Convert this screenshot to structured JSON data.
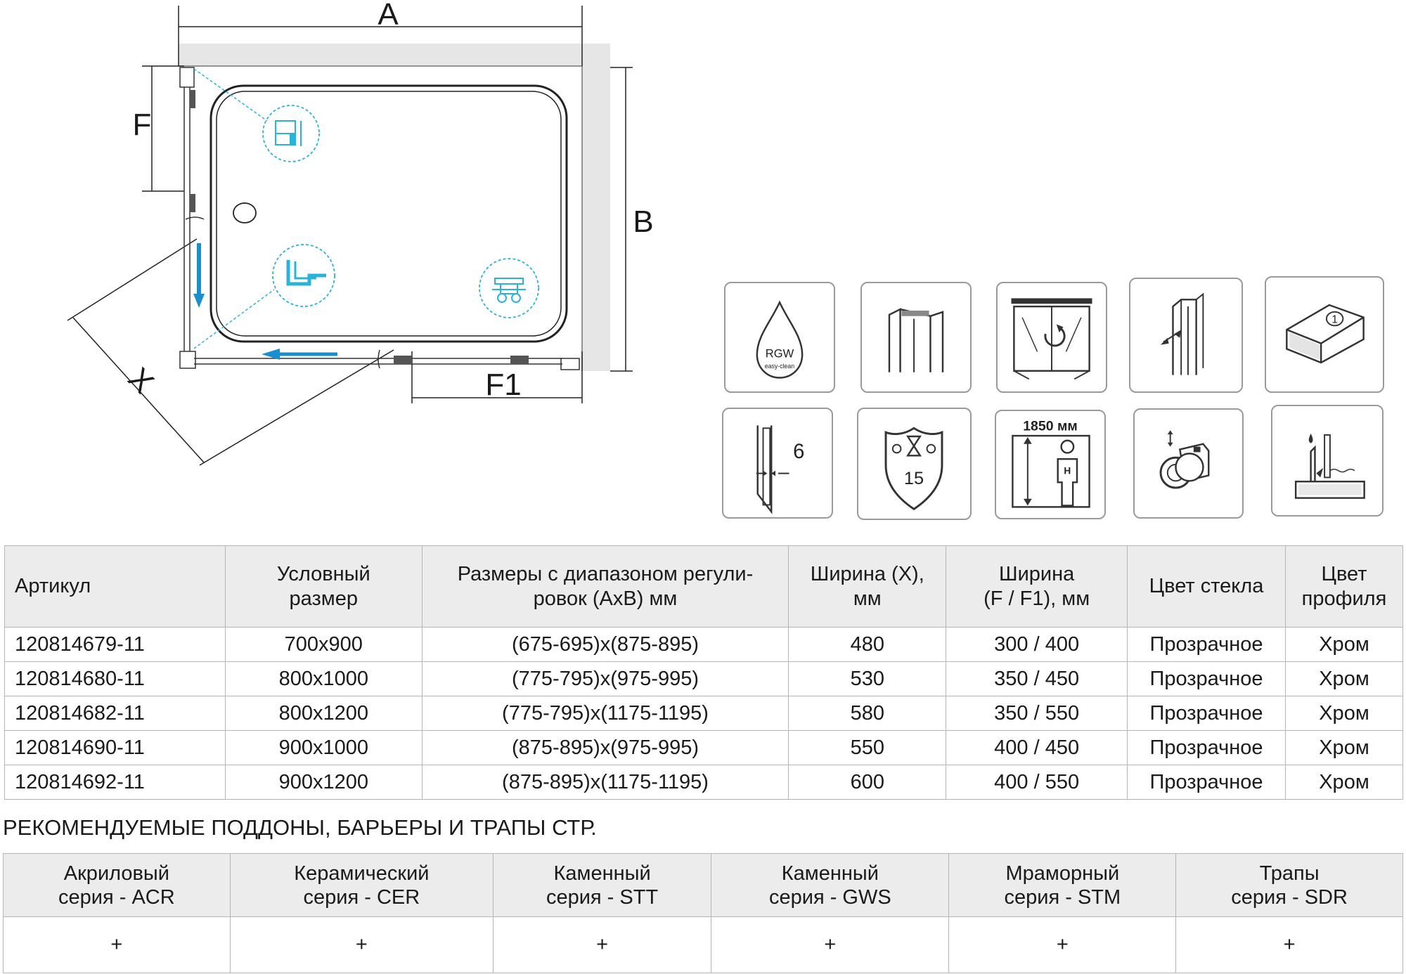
{
  "diagram": {
    "labels": {
      "A": "A",
      "B": "B",
      "F": "F",
      "F1": "F1",
      "X": "X"
    }
  },
  "features": {
    "rgw_label": "RGW",
    "easy_clean_label": "easy-clean",
    "packages_count": "1",
    "glass_thickness": "6",
    "warranty_years": "15",
    "height": "1850 мм",
    "person_label": "H"
  },
  "specs": {
    "headers": {
      "article": "Артикул",
      "nominal_size_line1": "Условный",
      "nominal_size_line2": "размер",
      "dims_line1": "Размеры с диапазоном регули-",
      "dims_line2": "ровок (AxB) мм",
      "width_x_line1": "Ширина (X),",
      "width_x_line2": "мм",
      "width_f_line1": "Ширина",
      "width_f_line2": "(F / F1), мм",
      "glass_color": "Цвет стекла",
      "profile_color_line1": "Цвет",
      "profile_color_line2": "профиля"
    },
    "rows": [
      {
        "article": "120814679-11",
        "size": "700x900",
        "dims": "(675-695)x(875-895)",
        "width_x": "480",
        "width_f": "300 / 400",
        "glass": "Прозрачное",
        "profile": "Хром"
      },
      {
        "article": "120814680-11",
        "size": "800x1000",
        "dims": "(775-795)x(975-995)",
        "width_x": "530",
        "width_f": "350 / 450",
        "glass": "Прозрачное",
        "profile": "Хром"
      },
      {
        "article": "120814682-11",
        "size": "800x1200",
        "dims": "(775-795)x(1175-1195)",
        "width_x": "580",
        "width_f": "350 / 550",
        "glass": "Прозрачное",
        "profile": "Хром"
      },
      {
        "article": "120814690-11",
        "size": "900x1000",
        "dims": "(875-895)x(975-995)",
        "width_x": "550",
        "width_f": "400 / 450",
        "glass": "Прозрачное",
        "profile": "Хром"
      },
      {
        "article": "120814692-11",
        "size": "900x1200",
        "dims": "(875-895)x(1175-1195)",
        "width_x": "600",
        "width_f": "400 / 550",
        "glass": "Прозрачное",
        "profile": "Хром"
      }
    ]
  },
  "recommended": {
    "heading": "РЕКОМЕНДУЕМЫЕ ПОДДОНЫ, БАРЬЕРЫ И ТРАПЫ СТР.",
    "columns": [
      {
        "line1": "Акриловый",
        "line2": "серия - ACR",
        "mark": "+"
      },
      {
        "line1": "Керамический",
        "line2": "серия - CER",
        "mark": "+"
      },
      {
        "line1": "Каменный",
        "line2": "серия - STT",
        "mark": "+"
      },
      {
        "line1": "Каменный",
        "line2": "серия - GWS",
        "mark": "+"
      },
      {
        "line1": "Мраморный",
        "line2": "серия - STM",
        "mark": "+"
      },
      {
        "line1": "Трапы",
        "line2": "серия - SDR",
        "mark": "+"
      }
    ]
  }
}
